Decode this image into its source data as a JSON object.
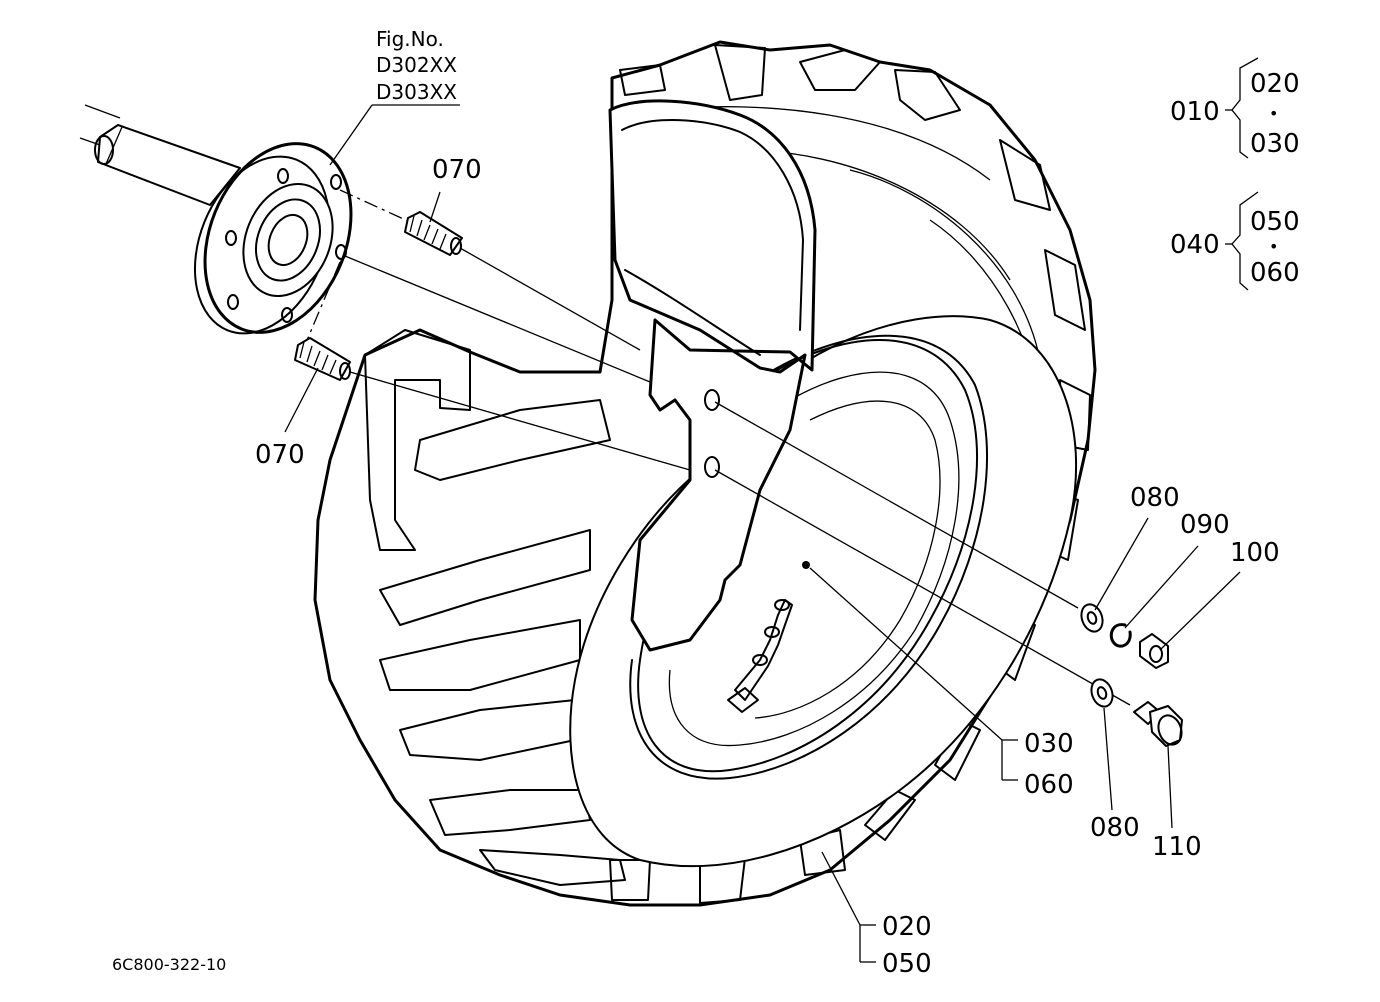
{
  "figure_ref": {
    "line1": "Fig.No.",
    "line2": "D302XX",
    "line3": "D303XX"
  },
  "drawing_number": "6C800-322-10",
  "assembly_groups": [
    {
      "parent": "010",
      "children": [
        "020",
        "030"
      ],
      "separator": "•"
    },
    {
      "parent": "040",
      "children": [
        "050",
        "060"
      ],
      "separator": "•"
    }
  ],
  "callouts": {
    "stud_upper": "070",
    "stud_lower": "070",
    "washer_upper": "080",
    "spring_washer": "090",
    "nut": "100",
    "washer_lower": "080",
    "valve_cap": "110",
    "rim_a": "030",
    "rim_b": "060",
    "tire_a": "020",
    "tire_b": "050"
  }
}
